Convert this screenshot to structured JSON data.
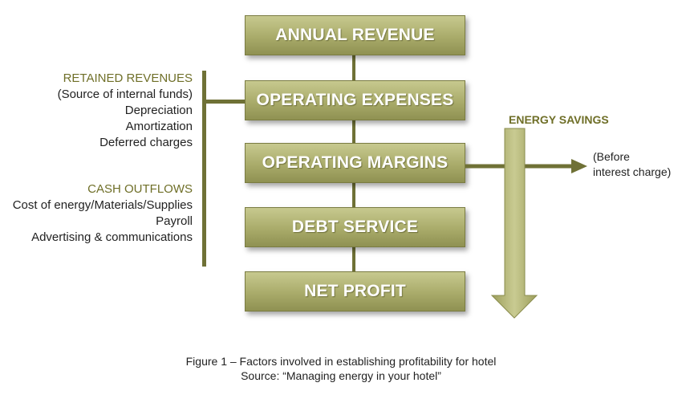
{
  "flow_boxes": [
    {
      "label": "ANNUAL REVENUE"
    },
    {
      "label": "OPERATING EXPENSES"
    },
    {
      "label": "OPERATING MARGINS"
    },
    {
      "label": "DEBT SERVICE"
    },
    {
      "label": "NET PROFIT"
    }
  ],
  "retained": {
    "header": "RETAINED REVENUES",
    "items": [
      "(Source of internal funds)",
      "Depreciation",
      "Amortization",
      "Deferred charges"
    ]
  },
  "cash_outflows": {
    "header": "CASH OUTFLOWS",
    "items": [
      "Cost of energy/Materials/Supplies",
      "Payroll",
      "Advertising & communications"
    ]
  },
  "energy_savings_label": "ENERGY SAVINGS",
  "before_interest": [
    "(Before",
    "interest charge)"
  ],
  "caption": {
    "line1": "Figure 1 – Factors involved in establishing profitability for hotel",
    "line2": "Source: “Managing energy in your hotel”"
  },
  "colors": {
    "box_fill": "#a9ab6a",
    "accent": "#6f7136",
    "header_text": "#6f6f28"
  }
}
